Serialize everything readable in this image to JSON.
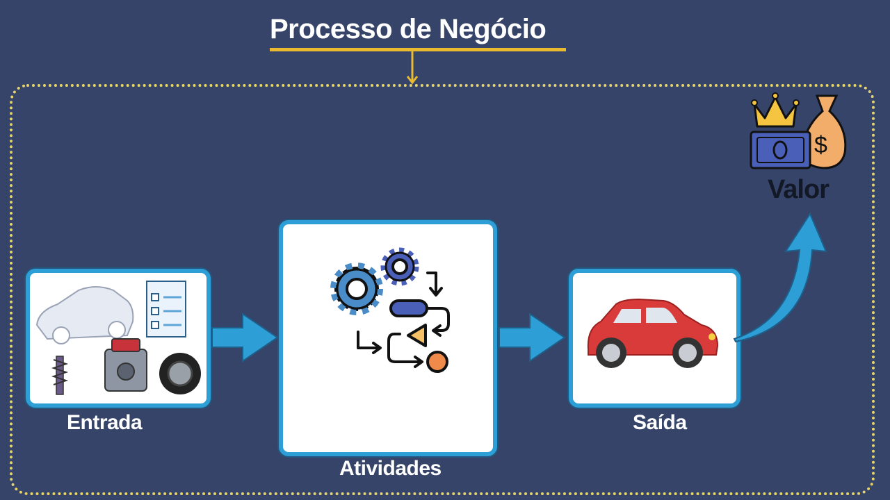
{
  "title": "Processo de Negócio",
  "stages": {
    "input": {
      "label": "Entrada",
      "icon": "car-parts-icon"
    },
    "activities": {
      "label": "Atividades",
      "icon": "process-gears-icon"
    },
    "output": {
      "label": "Saída",
      "icon": "red-car-icon"
    },
    "value": {
      "label": "Valor",
      "icon": "money-crown-icon"
    }
  },
  "colors": {
    "background": "#36446a",
    "accent": "#e9b930",
    "box_border": "#2e9fd6",
    "arrow": "#2e9fd6"
  }
}
